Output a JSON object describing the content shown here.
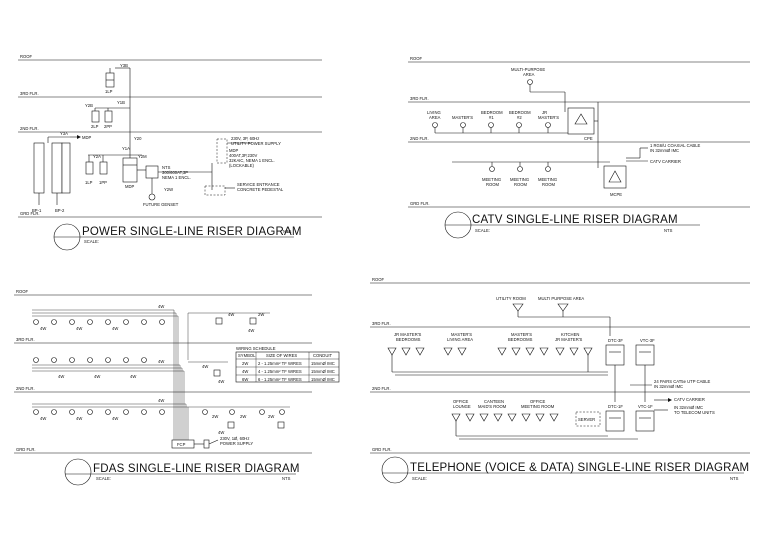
{
  "floors": {
    "roof": "ROOF",
    "third": "3RD FLR.",
    "second": "2ND FLR.",
    "ground": "GRD FLR."
  },
  "scale_label": "SCALE:",
  "nts": "NTS",
  "power": {
    "title": "POWER SINGLE-LINE RISER DIAGRAM",
    "y_labels": [
      "Y3B",
      "Y2B",
      "Y1B",
      "Y20",
      "Y1A",
      "Y2A",
      "Y3A",
      "Y2M",
      "Y2W"
    ],
    "panels": [
      "1LP",
      "2LP",
      "2PP",
      "1LP",
      "1PP",
      "MDP",
      "BP-1",
      "BP-2"
    ],
    "mdp_label": "MDP",
    "mdp_spec": [
      "MDP",
      "400AT,3P,230V",
      "32KAIC, NEMA 1 ENCL.",
      "(LOCKABLE)"
    ],
    "nts_breaker": [
      "NTS",
      "300/600AT,3P",
      "NEMA 1 ENCL."
    ],
    "utility": [
      "230V, 3P, 60Hz",
      "UTILITY POWER SUPPLY"
    ],
    "service": [
      "SERVICE ENTRANCE",
      "CONCRETE PEDESTAL"
    ],
    "genset": "FUTURE GENSET",
    "scale_value": "NTS"
  },
  "catv": {
    "title": "CATV SINGLE-LINE RISER DIAGRAM",
    "top_room": [
      "MULTI-PURPOSE",
      "AREA"
    ],
    "third_rooms": [
      [
        "LIVING",
        "AREA"
      ],
      [
        "MASTER'S"
      ],
      [
        "BEDROOM",
        "#1"
      ],
      [
        "BEDROOM",
        "#2"
      ],
      [
        "JR",
        "MASTER'S"
      ]
    ],
    "cpe": "CPE",
    "mcpe": "MCPE",
    "second_rooms": [
      [
        "MEETING",
        "ROOM"
      ],
      [
        "MEETING",
        "ROOM"
      ],
      [
        "MEETING",
        "ROOM"
      ]
    ],
    "cable_note": [
      "1 RG6/U COAXIAL CABLE",
      "IN 32mmØ IMC"
    ],
    "carrier": "CATV CARRIER"
  },
  "fdas": {
    "title": "FDAS SINGLE-LINE RISER DIAGRAM",
    "wire_labels": [
      "4W",
      "2W"
    ],
    "schedule_title": "WIRING SCHEDULE",
    "schedule_header": [
      "SYMBOL",
      "SIZE OF WIRES",
      "CONDUIT"
    ],
    "schedule_rows": [
      [
        "2W",
        "2 - 1.25mm² TF WIRES",
        "15mmØ IMC"
      ],
      [
        "4W",
        "4 - 1.25mm² TF WIRES",
        "15mmØ IMC"
      ],
      [
        "6W",
        "6 - 1.25mm² TF WIRES",
        "15mmØ IMC"
      ]
    ],
    "fcp": "FCP",
    "supply": [
      "230V, 1Ø, 60Hz",
      "POWER SUPPLY"
    ]
  },
  "telephone": {
    "title": "TELEPHONE (VOICE & DATA) SINGLE-LINE RISER DIAGRAM",
    "top_rooms": [
      "UTILITY ROOM",
      "MULTI PURPOSE AREA"
    ],
    "third_rooms": [
      [
        "JR MASTER'S",
        "BEDROOMS"
      ],
      [
        "MASTER'S",
        "LIVING AREA"
      ],
      [
        "MASTER'S",
        "BEDROOMS"
      ],
      [
        "KITCHEN",
        "JR MASTER'S"
      ]
    ],
    "dtc3": "DTC-3F",
    "vtc3": "VTC-3F",
    "dtc1": "DTC-1F",
    "vtc1": "VTC-1F",
    "server": "SERVER",
    "second_rooms": [
      [
        "OFFICE",
        "LOUNGE"
      ],
      [
        "CANTEEN",
        "MAID'S ROOM"
      ],
      [
        "OFFICE",
        "MEETING ROOM"
      ]
    ],
    "utp_note": [
      "24 PAIRS CAT5e UTP CABLE",
      "IN 32mmØ IMC"
    ],
    "carrier": "CATV CARRIER",
    "carrier_note": [
      "IN 32mmØ IMC",
      "TO TELECOM UNITS"
    ]
  }
}
